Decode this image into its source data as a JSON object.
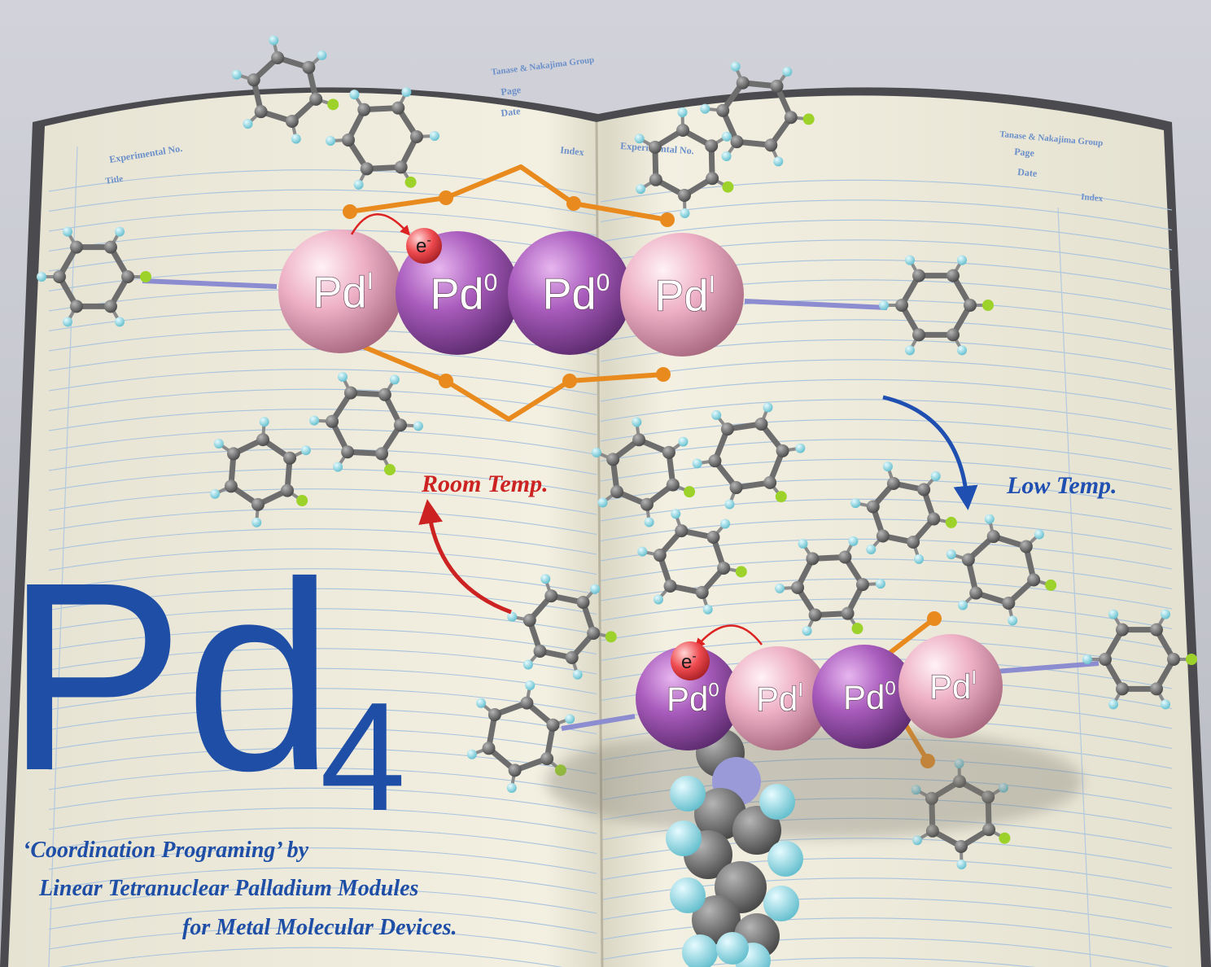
{
  "colors": {
    "pd_zero": "#9b4fb0",
    "pd_one": "#eaa7bf",
    "electron": "#e0303a",
    "room_temp": "#cc2222",
    "low_temp": "#1f4fb0",
    "title_blue": "#1e4ea6",
    "carbon": "#6d6d6d",
    "hydrogen": "#7fd6e4",
    "fluorine": "#9cd22a",
    "phosphorus": "#e88a1e",
    "nitrogen": "#8c8cd0"
  },
  "notebook": {
    "left_page": {
      "header_group": "Tanase & Nakajima Group",
      "page_label": "Page",
      "date_label": "Date",
      "experimental_label": "Experimental No.",
      "title_label": "Title",
      "index_label": "Index"
    },
    "right_page": {
      "experimental_label": "Experimental No.",
      "header_group": "Tanase & Nakajima Group",
      "page_label": "Page",
      "date_label": "Date",
      "index_label": "Index"
    }
  },
  "top_complex": {
    "electron_label": "e",
    "electron_sup": "-",
    "atoms": [
      {
        "symbol": "Pd",
        "ox": "I",
        "kind": "pd_one"
      },
      {
        "symbol": "Pd",
        "ox": "0",
        "kind": "pd_zero"
      },
      {
        "symbol": "Pd",
        "ox": "0",
        "kind": "pd_zero"
      },
      {
        "symbol": "Pd",
        "ox": "I",
        "kind": "pd_one"
      }
    ]
  },
  "bottom_complex": {
    "electron_label": "e",
    "electron_sup": "-",
    "atoms": [
      {
        "symbol": "Pd",
        "ox": "0",
        "kind": "pd_zero"
      },
      {
        "symbol": "Pd",
        "ox": "I",
        "kind": "pd_one"
      },
      {
        "symbol": "Pd",
        "ox": "0",
        "kind": "pd_zero"
      },
      {
        "symbol": "Pd",
        "ox": "I",
        "kind": "pd_one"
      }
    ]
  },
  "labels": {
    "room_temp": "Room Temp.",
    "low_temp": "Low Temp."
  },
  "title": {
    "main": "Pd",
    "subscript": "4"
  },
  "caption": {
    "line1": "‘Coordination Programing’ by",
    "line2": "Linear Tetranuclear Palladium Modules",
    "line3": "for Metal Molecular Devices."
  }
}
